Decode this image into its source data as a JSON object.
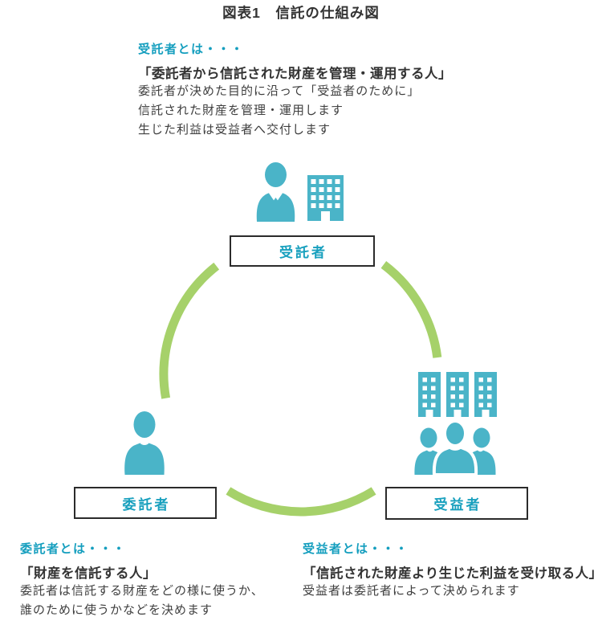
{
  "title": "図表1　信託の仕組み図",
  "colors": {
    "icon_teal": "#4AB4C8",
    "teal_text": "#149EBE",
    "arc_green": "#A6D16A",
    "heading_dark": "#333333",
    "body_text": "#3F3F3F",
    "box_border": "#2B2B2B"
  },
  "diagram": {
    "shape": "three-node circular cycle with green arc segments",
    "nodes": {
      "trustee": {
        "label": "受託者",
        "icons": [
          "businessman-icon",
          "office-building-icon"
        ]
      },
      "settlor": {
        "label": "委託者",
        "icons": [
          "person-icon"
        ]
      },
      "beneficiary": {
        "label": "受益者",
        "icons": [
          "buildings-row-icon",
          "people-group-icon"
        ]
      }
    }
  },
  "notes": {
    "trustee": {
      "heading": "受託者とは・・・",
      "definition": "「委託者から信託された財産を管理・運用する人」",
      "lines": [
        "委託者が決めた目的に沿って「受益者のために」",
        "信託された財産を管理・運用します",
        "生じた利益は受益者へ交付します"
      ]
    },
    "settlor": {
      "heading": "委託者とは・・・",
      "definition": "「財産を信託する人」",
      "lines": [
        "委託者は信託する財産をどの様に使うか、",
        "誰のために使うかなどを決めます"
      ]
    },
    "beneficiary": {
      "heading": "受益者とは・・・",
      "definition": "「信託された財産より生じた利益を受け取る人」",
      "lines": [
        "受益者は委託者によって決められます"
      ]
    }
  }
}
